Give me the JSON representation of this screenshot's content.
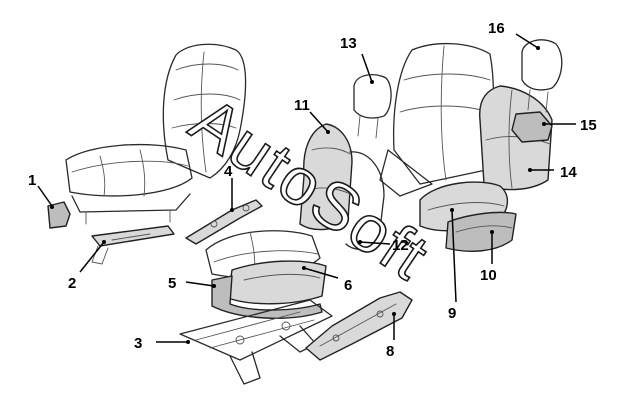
{
  "watermark": "AutoSoft",
  "callouts": [
    {
      "id": "1",
      "label": "1"
    },
    {
      "id": "2",
      "label": "2"
    },
    {
      "id": "3",
      "label": "3"
    },
    {
      "id": "4",
      "label": "4"
    },
    {
      "id": "5",
      "label": "5"
    },
    {
      "id": "6",
      "label": "6"
    },
    {
      "id": "8",
      "label": "8"
    },
    {
      "id": "9",
      "label": "9"
    },
    {
      "id": "10",
      "label": "10"
    },
    {
      "id": "11",
      "label": "11"
    },
    {
      "id": "12",
      "label": "12"
    },
    {
      "id": "13",
      "label": "13"
    },
    {
      "id": "14",
      "label": "14"
    },
    {
      "id": "15",
      "label": "15"
    },
    {
      "id": "16",
      "label": "16"
    }
  ]
}
